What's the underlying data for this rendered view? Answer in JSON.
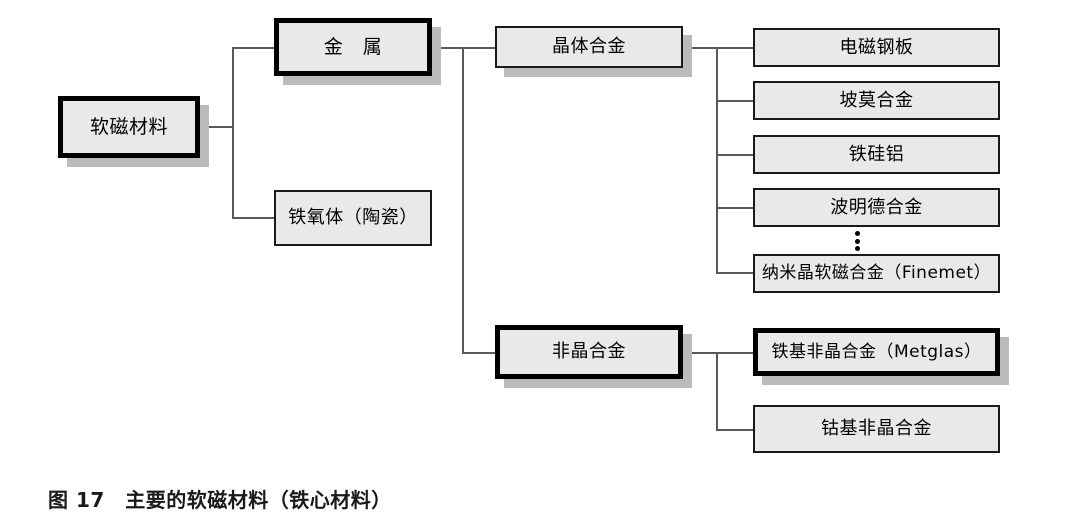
{
  "figure": {
    "caption": "图 17　主要的软磁材料（铁心材料）",
    "caption_number": "图 17",
    "caption_title": "主要的软磁材料（铁心材料）"
  },
  "colors": {
    "box_fill": "#e9e9e9",
    "box_border": "#1a1a1a",
    "box_border_heavy": "#000000",
    "shadow": "#bbbbbb",
    "line": "#5a5a5a",
    "text": "#000000",
    "background": "#ffffff"
  },
  "tree": {
    "root": {
      "label": "软磁材料",
      "emphasis": "heavy"
    },
    "level1": [
      {
        "label": "金　属",
        "emphasis": "heavy"
      },
      {
        "label": "铁氧体（陶瓷）",
        "emphasis": "plain"
      }
    ],
    "level2": [
      {
        "label": "晶体合金",
        "emphasis": "shadow"
      },
      {
        "label": "非晶合金",
        "emphasis": "heavy"
      }
    ],
    "crystalline_children": [
      {
        "label": "电磁钢板",
        "emphasis": "plain"
      },
      {
        "label": "坡莫合金",
        "emphasis": "plain"
      },
      {
        "label": "铁硅铝",
        "emphasis": "plain"
      },
      {
        "label": "波明德合金",
        "emphasis": "plain"
      },
      {
        "label": "纳米晶软磁合金（Finemet）",
        "emphasis": "plain"
      }
    ],
    "amorphous_children": [
      {
        "label": "铁基非晶合金（Metglas）",
        "emphasis": "heavy"
      },
      {
        "label": "钴基非晶合金",
        "emphasis": "plain"
      }
    ],
    "ellipsis_note": "⋮"
  }
}
